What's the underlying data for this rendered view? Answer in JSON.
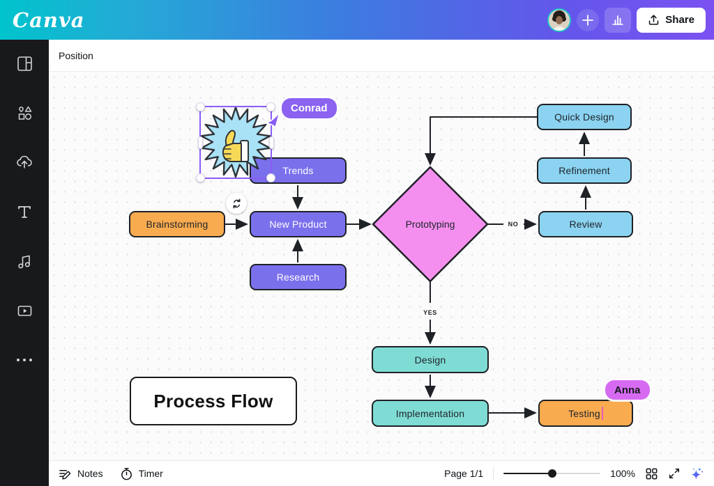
{
  "header": {
    "logo_text": "Canva",
    "share_button_label": "Share",
    "gradient": {
      "start": "#00C4CC",
      "mid": "#3D7BE0",
      "end": "#7B52F2"
    }
  },
  "toolbar": {
    "position_label": "Position"
  },
  "sidebar": {
    "items": [
      {
        "icon": "design-panels-icon"
      },
      {
        "icon": "elements-shapes-icon"
      },
      {
        "icon": "uploads-cloud-icon"
      },
      {
        "icon": "text-tool-icon"
      },
      {
        "icon": "audio-note-icon"
      },
      {
        "icon": "videos-play-icon"
      },
      {
        "icon": "more-dots-icon"
      }
    ]
  },
  "canvas": {
    "title_card_text": "Process Flow",
    "collaborators": {
      "conrad": {
        "name": "Conrad",
        "color": "#8B63F0"
      },
      "anna": {
        "name": "Anna",
        "color": "#D66BF2"
      }
    },
    "nodes": {
      "trends": {
        "label": "Trends",
        "color": "#7B70EC"
      },
      "brainstorming": {
        "label": "Brainstorming",
        "color": "#F9AB50"
      },
      "new_product": {
        "label": "New Product",
        "color": "#7B70EC"
      },
      "research": {
        "label": "Research",
        "color": "#7B70EC"
      },
      "prototyping": {
        "label": "Prototyping",
        "color": "#F48FEF"
      },
      "quick_design": {
        "label": "Quick Design",
        "color": "#8BD3F1"
      },
      "refinement": {
        "label": "Refinement",
        "color": "#8BD3F1"
      },
      "review": {
        "label": "Review",
        "color": "#8BD3F1"
      },
      "design": {
        "label": "Design",
        "color": "#7FDCD4"
      },
      "implementation": {
        "label": "Implementation",
        "color": "#7FDCD4"
      },
      "testing": {
        "label": "Testing",
        "color": "#F9AB50"
      }
    },
    "edge_labels": {
      "no": "NO",
      "yes": "YES"
    }
  },
  "footer": {
    "notes_label": "Notes",
    "timer_label": "Timer",
    "page_indicator": "Page 1/1",
    "zoom_level": "100%"
  }
}
